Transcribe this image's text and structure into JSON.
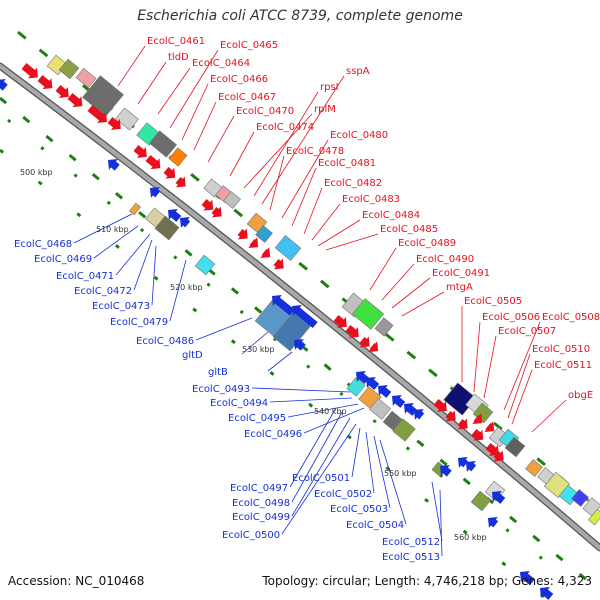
{
  "title": "Escherichia coli ATCC 8739, complete genome",
  "footer": {
    "accession": "Accession: NC_010468",
    "summary": "Topology: circular; Length: 4,746,218 bp; Genes: 4,323"
  },
  "colors": {
    "forward": "#e8101e",
    "reverse": "#1530d8",
    "backbone": "#8a8a8a",
    "tick": "#1e7f12"
  },
  "scale_ticks": [
    "500 kbp",
    "510 kbp",
    "520 kbp",
    "530 kbp",
    "540 kbp",
    "550 kbp",
    "560 kbp"
  ],
  "forward_genes": [
    "EcolC_0461",
    "tldD",
    "EcolC_0464",
    "EcolC_0465",
    "EcolC_0466",
    "EcolC_0467",
    "EcolC_0470",
    "EcolC_0474",
    "rplM",
    "rpsI",
    "sspA",
    "EcolC_0478",
    "EcolC_0480",
    "EcolC_0481",
    "EcolC_0482",
    "EcolC_0483",
    "EcolC_0484",
    "EcolC_0485",
    "EcolC_0489",
    "EcolC_0490",
    "EcolC_0491",
    "mtgA",
    "EcolC_0505",
    "EcolC_0506",
    "EcolC_0507",
    "EcolC_0508",
    "EcolC_0510",
    "EcolC_0511",
    "obgE"
  ],
  "reverse_genes": [
    "EcolC_0468",
    "EcolC_0469",
    "EcolC_0471",
    "EcolC_0472",
    "EcolC_0473",
    "EcolC_0479",
    "EcolC_0486",
    "gltD",
    "gltB",
    "EcolC_0493",
    "EcolC_0494",
    "EcolC_0495",
    "EcolC_0496",
    "EcolC_0497",
    "EcolC_0498",
    "EcolC_0499",
    "EcolC_0500",
    "EcolC_0501",
    "EcolC_0502",
    "EcolC_0503",
    "EcolC_0504",
    "EcolC_0512",
    "EcolC_0513"
  ]
}
